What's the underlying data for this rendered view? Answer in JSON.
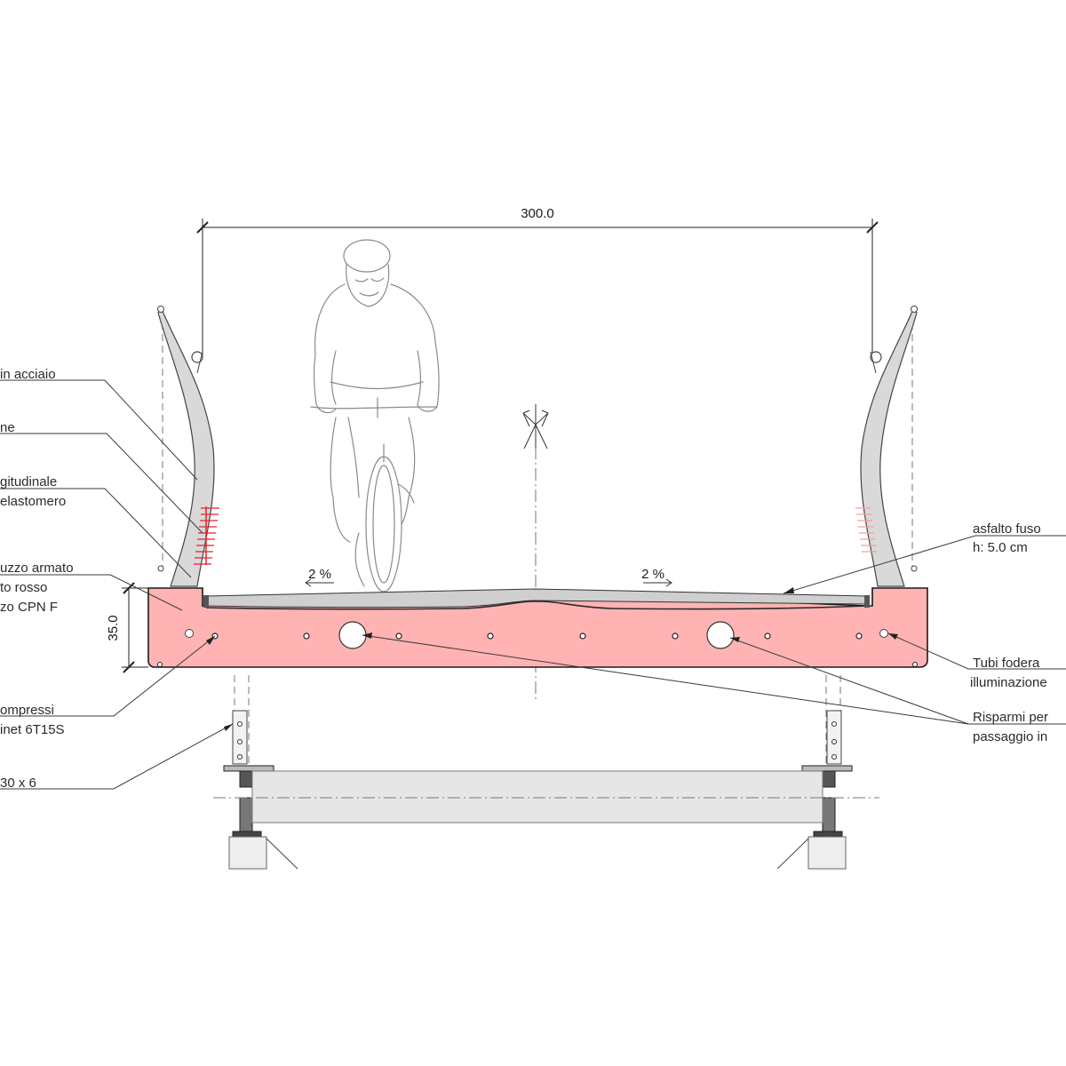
{
  "dimensions": {
    "width_label": "300.0",
    "height_label": "35.0"
  },
  "slopes": {
    "left": "2 %",
    "right": "2 %"
  },
  "labels_left": {
    "steel_railing": "in acciaio",
    "line_2": "ne",
    "longitudinal_1": "gitudinale",
    "longitudinal_2": "elastomero",
    "concrete_1": "uzzo armato",
    "concrete_2": "to rosso",
    "concrete_3": "zo CPN F",
    "tendons_1": "ompressi",
    "tendons_2": "inet 6T15S",
    "plate": "30 x 6"
  },
  "labels_right": {
    "asphalt_1": "asfalto fuso",
    "asphalt_2": "h: 5.0 cm",
    "conduits_1": "Tubi fodera",
    "conduits_2": "illuminazione",
    "voids_1": "Risparmi per",
    "voids_2": "passaggio in"
  },
  "colors": {
    "deck_fill": "#ffb3b3",
    "deck_stroke": "#1a1a1a",
    "railing_fill": "#d9d9d9",
    "elastomer_red": "#e8202a",
    "elastomer_faded": "#f2a0a0",
    "beam_fill": "#e6e6e6",
    "pavement_fill": "#cfcfcf"
  },
  "icons": {
    "axis_symbol": "centerline-arrows-icon",
    "cyclist": "cyclist-figure"
  }
}
